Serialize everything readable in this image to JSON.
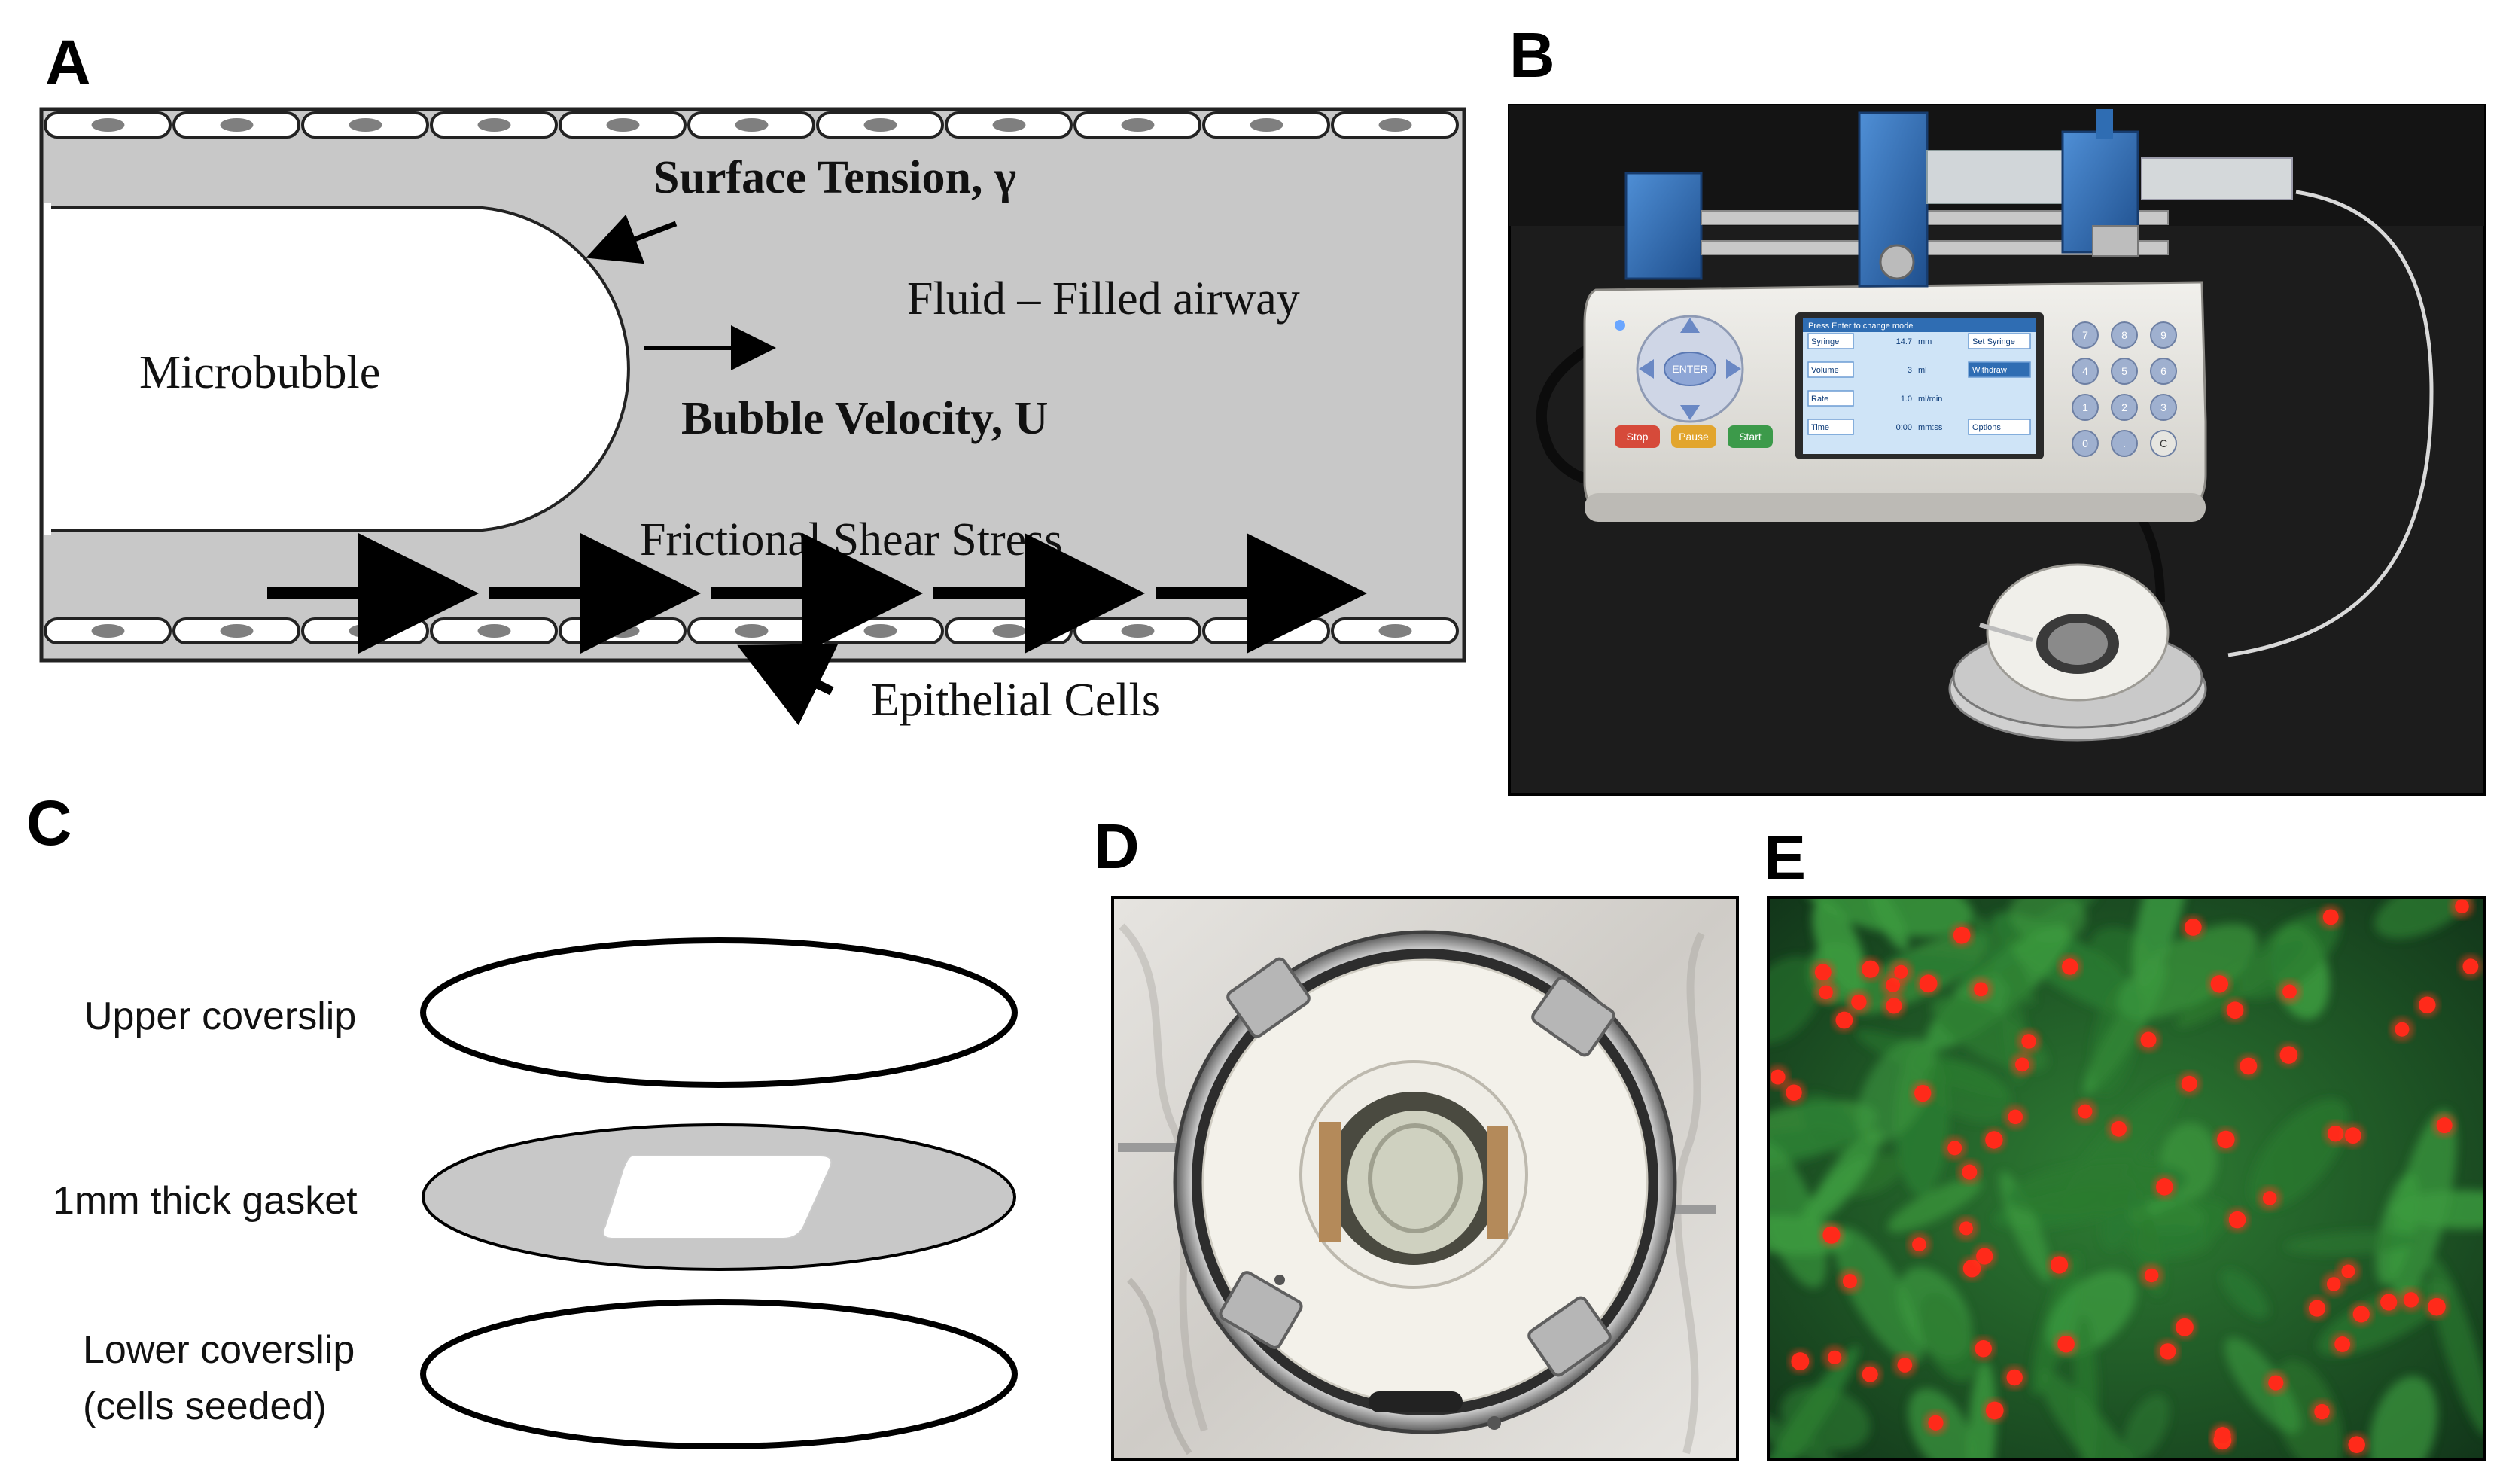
{
  "panels": {
    "a": {
      "letter": "A",
      "surface_tension": "Surface Tension, γ",
      "fluid": "Fluid – Filled airway",
      "microbubble": "Microbubble",
      "bubble_velocity": "Bubble Velocity, U",
      "frictional": "Frictional Shear Stress",
      "epithelial": "Epithelial Cells"
    },
    "b": {
      "letter": "B",
      "pump_buttons": [
        "Stop",
        "Pause",
        "Start"
      ],
      "pump_center_button": "ENTER",
      "screen_header": "Press Enter to change mode",
      "screen_rows": [
        {
          "label": "Syringe",
          "value": "14.7",
          "unit": "mm",
          "action": "Set Syringe"
        },
        {
          "label": "Volume",
          "value": "3",
          "unit": "ml",
          "action": "Withdraw"
        },
        {
          "label": "Rate",
          "value": "1.0",
          "unit": "ml/min",
          "action": ""
        },
        {
          "label": "Time",
          "value": "0:00",
          "unit": "mm:ss",
          "action": "Options"
        }
      ],
      "keypad": [
        "7",
        "8",
        "9",
        "4",
        "5",
        "6",
        "1",
        "2",
        "3",
        "0",
        ".",
        "C"
      ]
    },
    "c": {
      "letter": "C",
      "upper": "Upper coverslip",
      "gasket": "1mm thick gasket",
      "lower_line1": "Lower coverslip",
      "lower_line2": "(cells seeded)"
    },
    "d": {
      "letter": "D"
    },
    "e": {
      "letter": "E"
    }
  },
  "colors": {
    "airway_fluid": "#c8c8c8",
    "cell_nucleus": "#7f7f7f",
    "photo_background": "#1c1c1c",
    "pump_body": "#e6e5e0",
    "pump_blue": "#2f6db3",
    "screen_blue": "#cfe4f7",
    "stop_button": "#d64a3a",
    "pause_button": "#e2a52d",
    "start_button": "#3c9a4a",
    "fluor_green": "#2f7a32",
    "fluor_red": "#ff2a1a",
    "gasket_gray": "#c8c8c8"
  }
}
